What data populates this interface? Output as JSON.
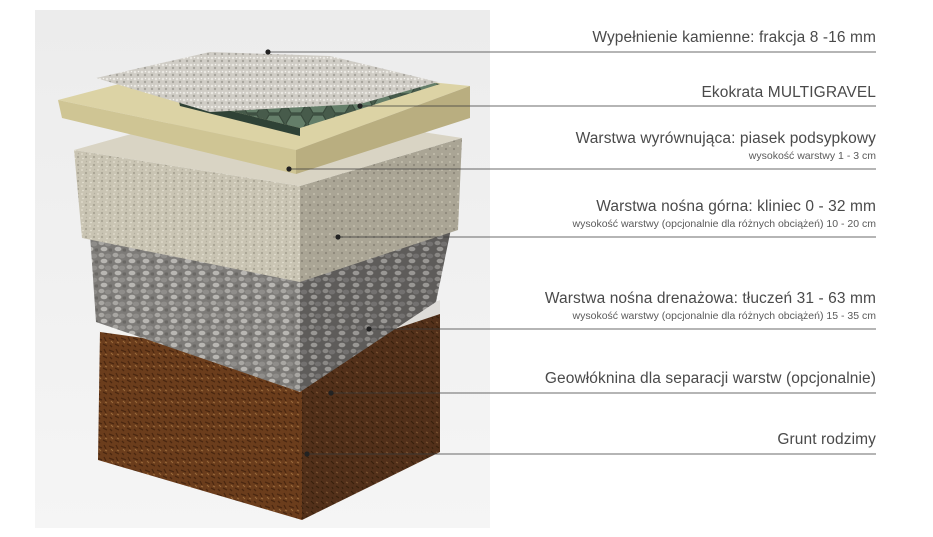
{
  "layers": [
    {
      "key": "fill",
      "label": "Wypełnienie kamienne: frakcja 8 -16 mm",
      "sub": ""
    },
    {
      "key": "crate",
      "label": "Ekokrata MULTIGRAVEL",
      "sub": ""
    },
    {
      "key": "sand",
      "label": "Warstwa wyrównująca: piasek podsypkowy",
      "sub": "wysokość warstwy 1 - 3 cm"
    },
    {
      "key": "upper",
      "label": "Warstwa nośna górna: kliniec 0 - 32 mm",
      "sub": "wysokość warstwy (opcjonalnie dla różnych obciążeń) 10 - 20 cm"
    },
    {
      "key": "drain",
      "label": "Warstwa nośna drenażowa: tłuczeń 31 - 63 mm",
      "sub": "wysokość warstwy (opcjonalnie dla różnych obciążeń) 15 - 35 cm"
    },
    {
      "key": "geo",
      "label": "Geowłóknina dla separacji warstw (opcjonalnie)",
      "sub": ""
    },
    {
      "key": "soil",
      "label": "Grunt rodzimy",
      "sub": ""
    }
  ]
}
